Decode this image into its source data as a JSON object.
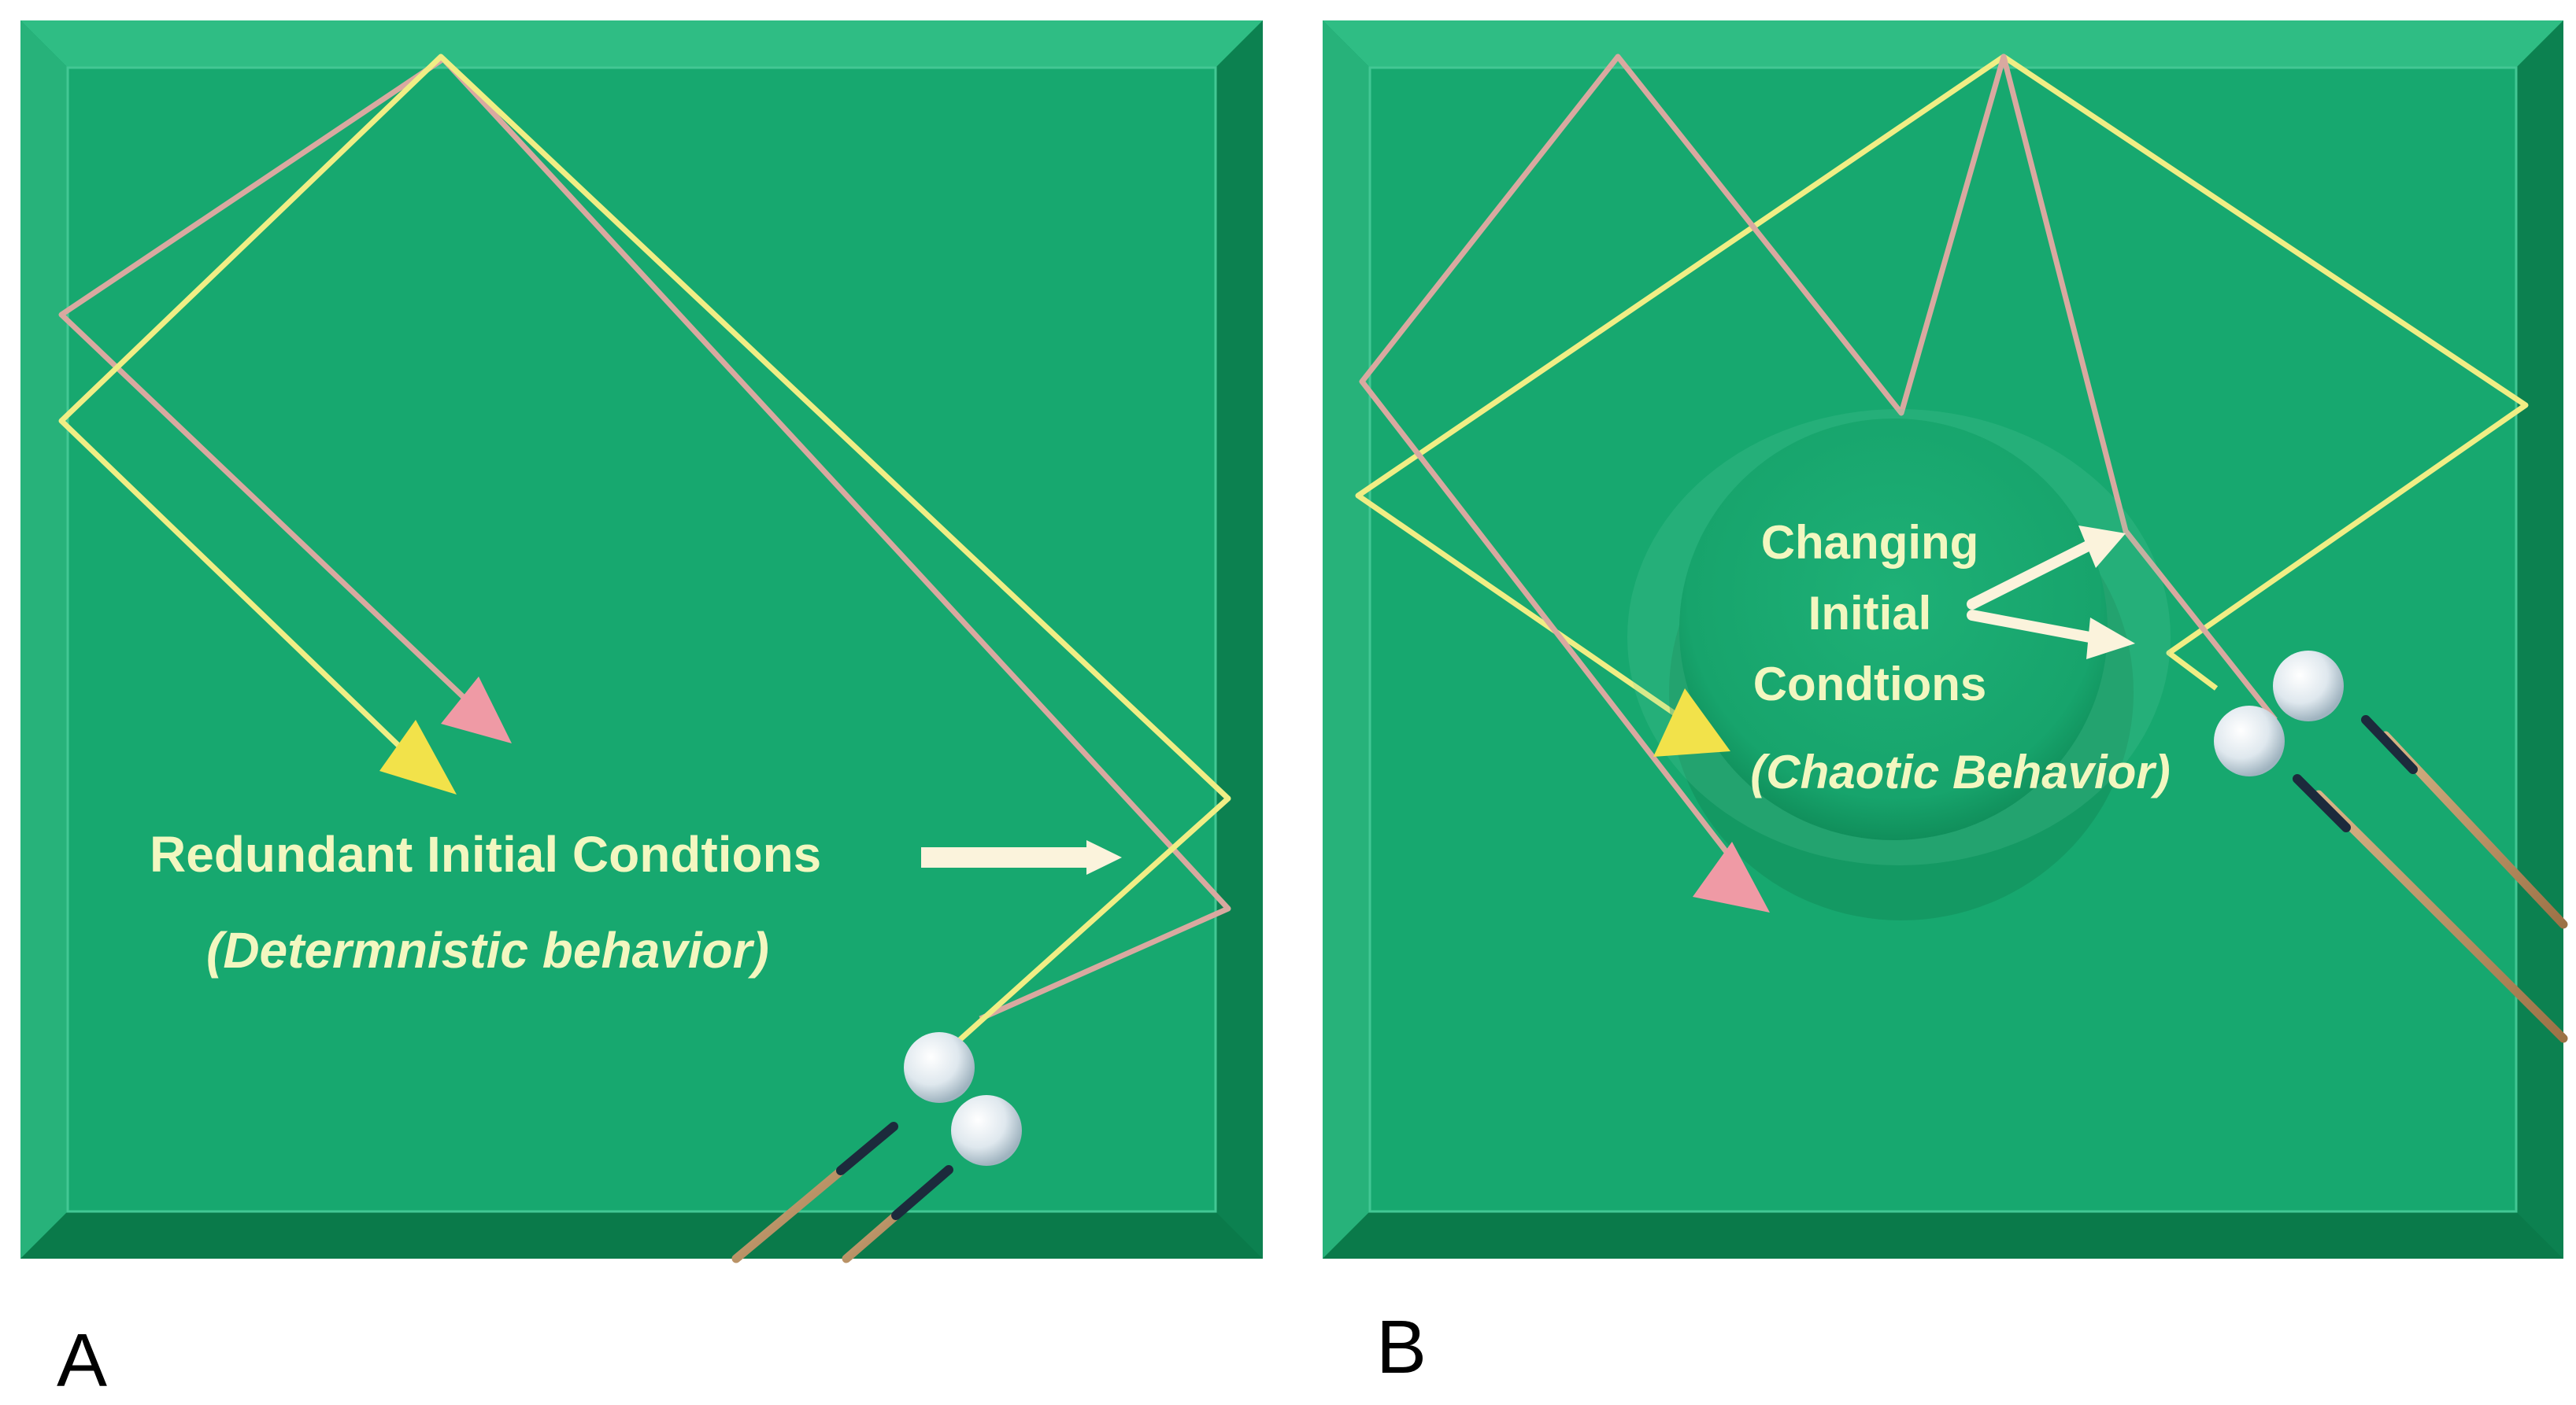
{
  "panels": {
    "a": {
      "letter": "A",
      "label_line1": "Redundant Initial Condtions",
      "label_line2": "(Determnistic behavior)"
    },
    "b": {
      "letter": "B",
      "label_line1": "Changing",
      "label_line2": "Initial",
      "label_line3": "Condtions",
      "label_line4": "(Chaotic Behavior)"
    }
  },
  "colors": {
    "table_felt": "#17a86f",
    "table_rail": "#11935d",
    "path_yellow": "#f0ee85",
    "path_pink": "#d9a9a0",
    "arrow_yellow": "#f2e24a",
    "arrow_pink": "#ef9aa5",
    "label_text": "#f2f7c0",
    "callout_arrow": "#fbf3dc",
    "ball": "#e8eef2",
    "cue": "#c49a6c"
  },
  "icons": [
    "billiard-ball-icon",
    "cue-stick-icon",
    "arrowhead-icon"
  ]
}
